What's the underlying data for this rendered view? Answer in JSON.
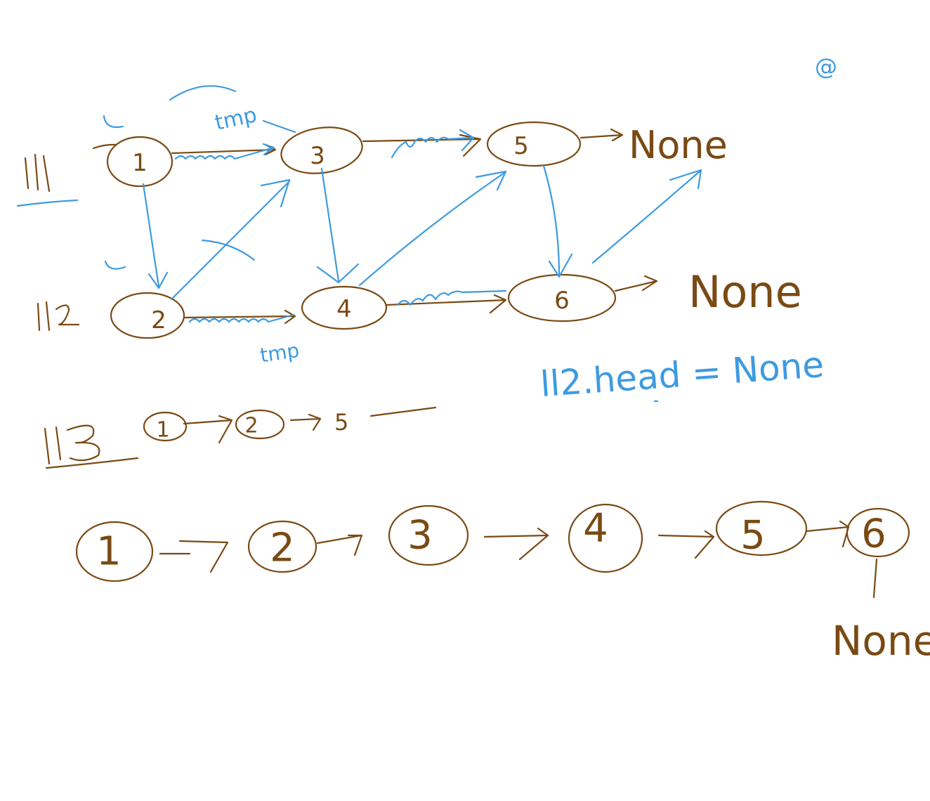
{
  "colors": {
    "primary_ink": "#7a4a14",
    "annotation_ink": "#3d9be0",
    "background": "#ffffff"
  },
  "list1": {
    "label": "ll1",
    "nodes": [
      "1",
      "3",
      "5"
    ],
    "tail": "None"
  },
  "list2": {
    "label": "ll2",
    "nodes": [
      "2",
      "4",
      "6"
    ],
    "tail": "None"
  },
  "annotations": {
    "tmp_top": "tmp",
    "tmp_bottom": "tmp",
    "ll2_head": "ll2.head = None",
    "top_right_mark": "@"
  },
  "list3": {
    "label": "ll3",
    "nodes": [
      "1",
      "2",
      "5"
    ]
  },
  "merged": {
    "nodes": [
      "1",
      "2",
      "3",
      "4",
      "5",
      "6"
    ],
    "tail": "None"
  }
}
